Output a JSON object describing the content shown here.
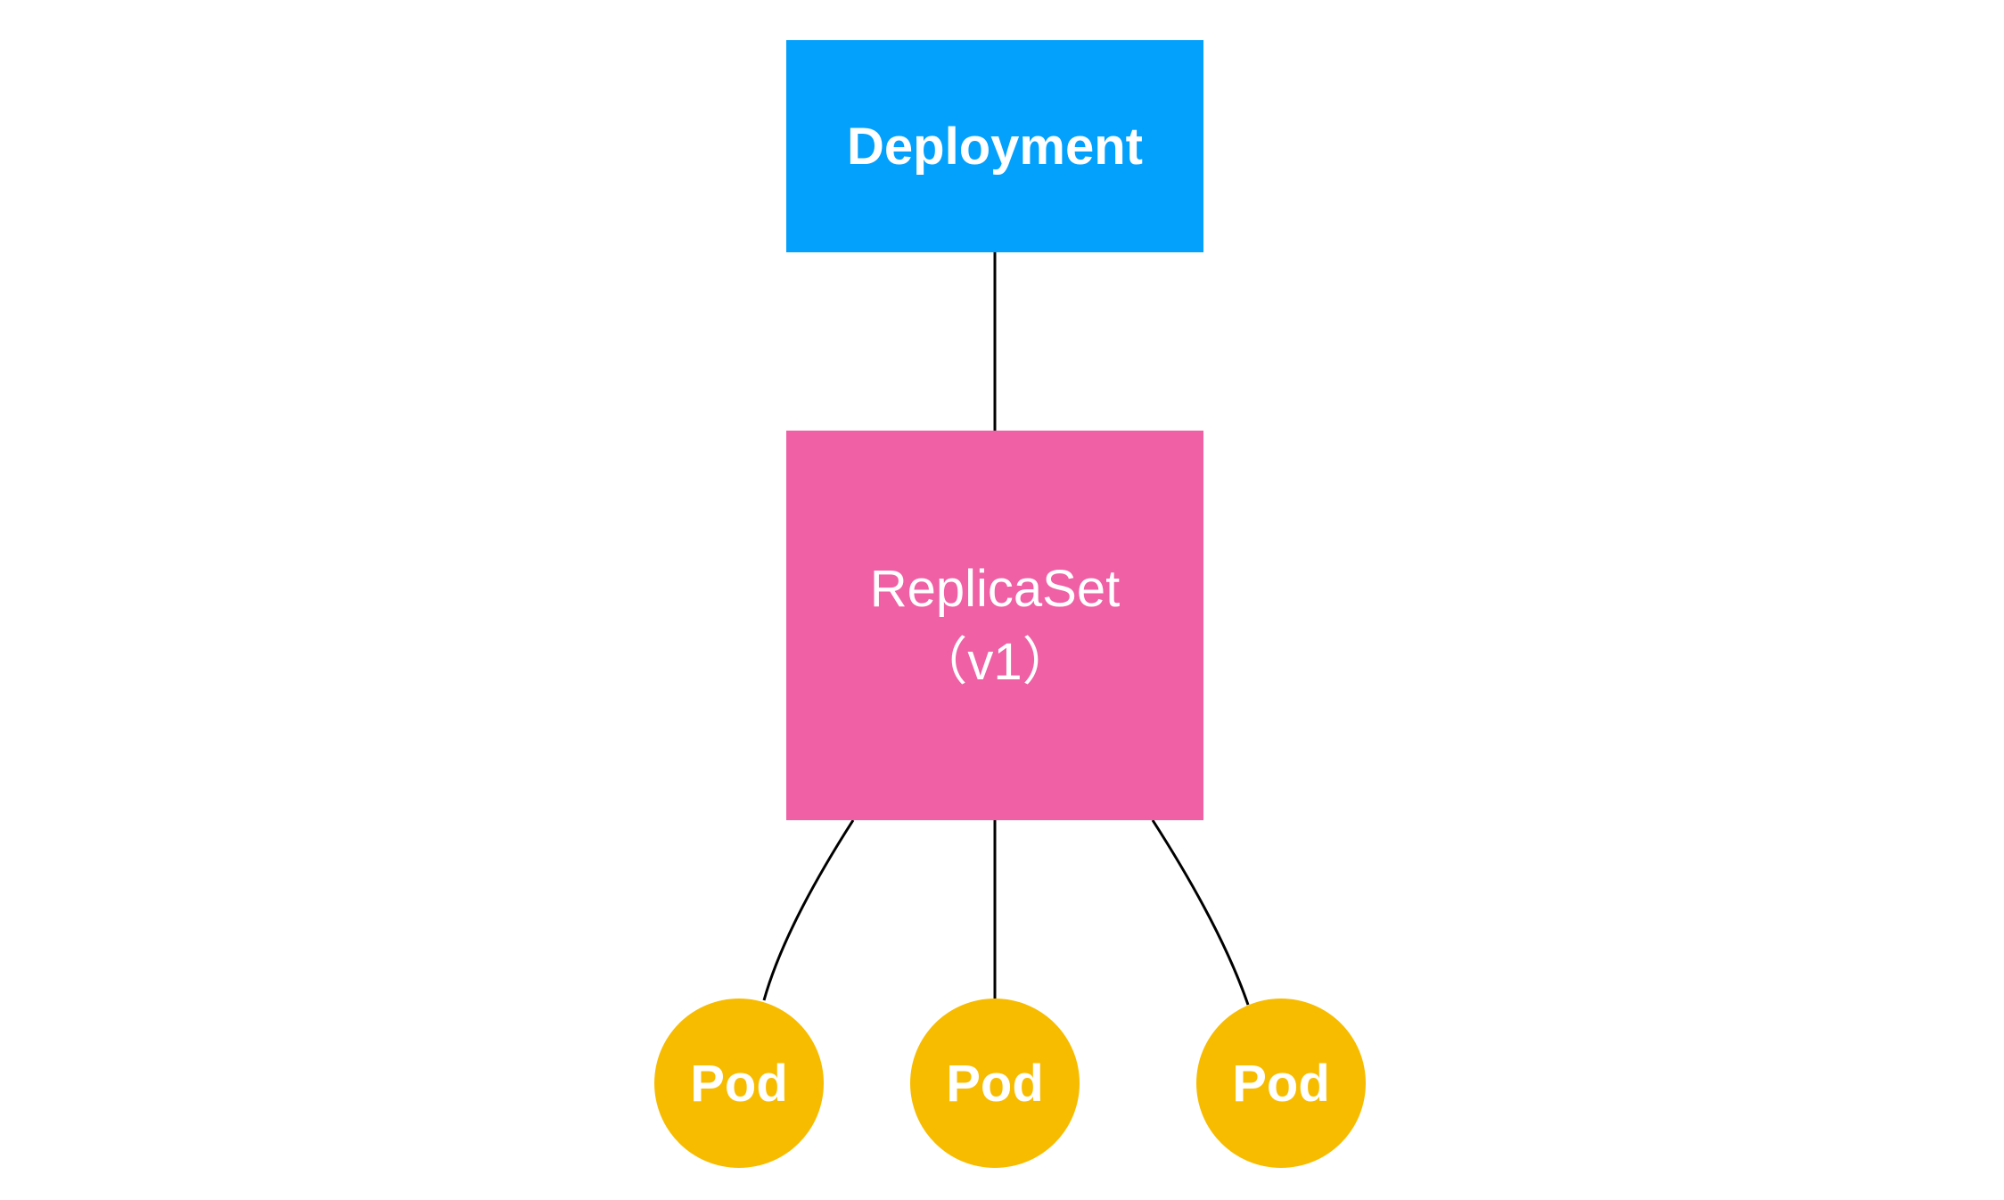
{
  "diagram": {
    "colors": {
      "deployment": "#03a1fc",
      "replicaset": "#ef60a5",
      "pod": "#f7bc00",
      "edge": "#000000",
      "background": "#ffffff"
    },
    "nodes": {
      "deployment": {
        "label": "Deployment"
      },
      "replicaset": {
        "label": "ReplicaSet",
        "version": "（v1）"
      },
      "pods": [
        {
          "label": "Pod"
        },
        {
          "label": "Pod"
        },
        {
          "label": "Pod"
        }
      ]
    },
    "edges": [
      {
        "from": "deployment",
        "to": "replicaset"
      },
      {
        "from": "replicaset",
        "to": "pod-1"
      },
      {
        "from": "replicaset",
        "to": "pod-2"
      },
      {
        "from": "replicaset",
        "to": "pod-3"
      }
    ]
  }
}
